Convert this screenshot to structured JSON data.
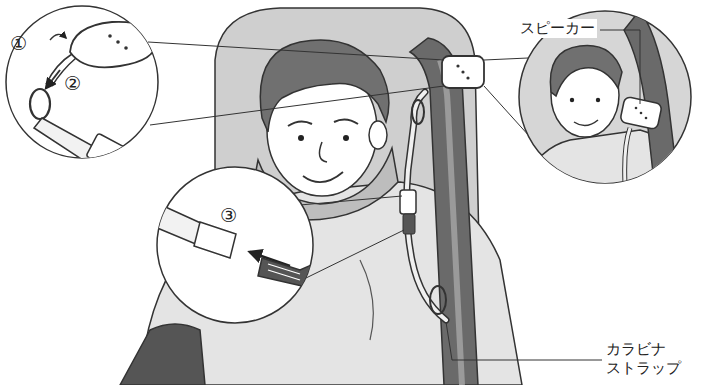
{
  "diagram": {
    "labels": [
      "①",
      "②",
      "③",
      "スピーカー",
      "カラビナ ストラップ"
    ]
  }
}
